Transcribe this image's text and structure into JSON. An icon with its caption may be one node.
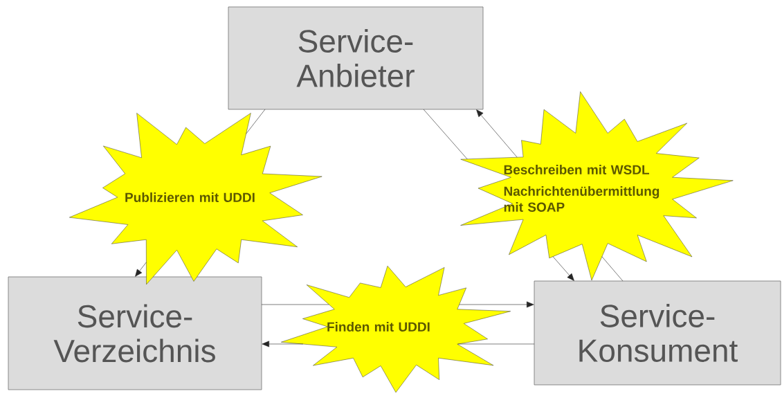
{
  "diagram": {
    "nodes": [
      {
        "text": [
          "Service- Anbieter"
        ]
      },
      {
        "text": [
          "Service- Verzeichnis"
        ]
      },
      {
        "text": [
          "Service- Konsument"
        ]
      },
      {
        "text": [
          "Publizieren mit UDDI"
        ]
      },
      {
        "text": [
          "Beschreiben mit WSDL",
          "Nachrichtenübermittlung mit SOAP"
        ]
      },
      {
        "text": [
          "Finden mit UDDI"
        ]
      }
    ],
    "edges": [
      {
        "from": 0,
        "to": 3,
        "arrow": "none"
      },
      {
        "from": 3,
        "to": 1,
        "arrow": "to"
      },
      {
        "from": 0,
        "to": 4,
        "arrow": "none"
      },
      {
        "from": 4,
        "to": 2,
        "arrow": "to"
      },
      {
        "from": 2,
        "to": 4,
        "arrow": "none"
      },
      {
        "from": 4,
        "to": 0,
        "arrow": "to"
      },
      {
        "from": 1,
        "to": 5,
        "arrow": "none"
      },
      {
        "from": 5,
        "to": 2,
        "arrow": "to"
      },
      {
        "from": 2,
        "to": 5,
        "arrow": "none"
      },
      {
        "from": 5,
        "to": 1,
        "arrow": "to"
      }
    ]
  }
}
